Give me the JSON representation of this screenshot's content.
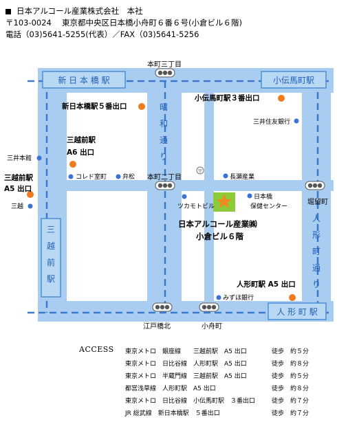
{
  "header": {
    "company": "日本アルコール産業株式会社　本社",
    "address": "〒103-0024　 東京都中央区日本橋小舟町６番６号(小倉ビル６階)",
    "phone": "電話（03)5641-5255(代表）／FAX（03)5641-5256"
  },
  "map": {
    "stations": {
      "shin_nihombashi": "新 日 本 橋 駅",
      "kodemmacho": "小伝馬町駅",
      "mitsukoshimae_v": [
        "三",
        "越",
        "前",
        "駅"
      ],
      "ningyocho_box": "人 形 町 駅"
    },
    "roads": {
      "showa_dori": [
        "昭",
        "和",
        "通",
        "り"
      ],
      "ningyocho_dori": [
        "人",
        "形",
        "町",
        "通",
        "り"
      ]
    },
    "labels": {
      "honcho3": "本町三丁目",
      "honcho2": "本町二丁目",
      "edobashikita": "江戸橋北",
      "kobunacho": "小舟町",
      "horidomecho": "堀留町",
      "shin_nihombashi_exit": "新日本橋駅５番出口",
      "kodemmacho_exit": "小伝馬町駅３番出口",
      "mitsukoshimae_exit_a": "三越前駅",
      "mitsukoshimae_exit_b": "A6 出口",
      "mitsukoshimae_a5_a": "三越前駅",
      "mitsukoshimae_a5_b": "A5 出口",
      "ningyocho_exit": "人形町駅 A5 出口",
      "company_a": "日本アルコール産業㈱",
      "company_b": "小倉ビル６階"
    },
    "landmarks": {
      "mitsui_sumitomo": "三井住友銀行",
      "mitsui_honkan": "三井本館",
      "mitsukoshi": "三越",
      "coredo": "コレド室町",
      "benmatsu": "弁松",
      "nagase": "長瀬産業",
      "tsukamoto": "ツカモトビル",
      "nihombashi_hoken_a": "日本橋",
      "nihombashi_hoken_b": "保健センター",
      "mizuho": "みずほ銀行"
    }
  },
  "access": {
    "title": "ACCESS",
    "rows": [
      {
        "line": "東京メトロ　銀座線　　三越前駅　A5 出口",
        "walk": "徒歩　約５分"
      },
      {
        "line": "東京メトロ　日比谷線　人形町駅　A5 出口",
        "walk": "徒歩　約８分"
      },
      {
        "line": "東京メトロ　半蔵門線　三越前駅　A5 出口",
        "walk": "徒歩　約５分"
      },
      {
        "line": "都営浅草線　人形町駅　A5 出口",
        "walk": "徒歩　約８分"
      },
      {
        "line": "東京メトロ　日比谷線　小伝馬町駅　３番出口",
        "walk": "徒歩　約７分"
      },
      {
        "line": "JR 総武線　新日本橋駅　５番出口",
        "walk": "徒歩　約７分"
      }
    ]
  },
  "colors": {
    "road": "#a9cdf0",
    "station_fill": "#b9d8f4",
    "station_border": "#4a8fd6",
    "rail": "#3a78d0",
    "exit": "#f07a1e",
    "landmark": "#3a72d8",
    "company": "#8ccc3a",
    "star": "#f08a1e"
  }
}
